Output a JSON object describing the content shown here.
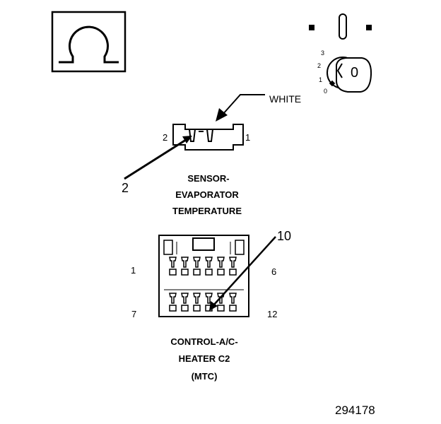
{
  "symbols": {
    "ohm_icon": "ohm-symbol-icon",
    "ignition_icon": "ignition-key-icon"
  },
  "ignition": {
    "positions": [
      "3",
      "2",
      "1",
      "0"
    ],
    "key_label": "0"
  },
  "sensor_connector": {
    "wire_color": "WHITE",
    "pin_left": "2",
    "pin_right": "1",
    "probe_pin": "2",
    "name_lines": [
      "SENSOR-",
      "EVAPORATOR",
      "TEMPERATURE"
    ]
  },
  "control_connector": {
    "probe_pin": "10",
    "row1_start": "1",
    "row1_end": "6",
    "row2_start": "7",
    "row2_end": "12",
    "name_lines": [
      "CONTROL-A/C-",
      "HEATER C2",
      "(MTC)"
    ]
  },
  "figure_number": "294178"
}
